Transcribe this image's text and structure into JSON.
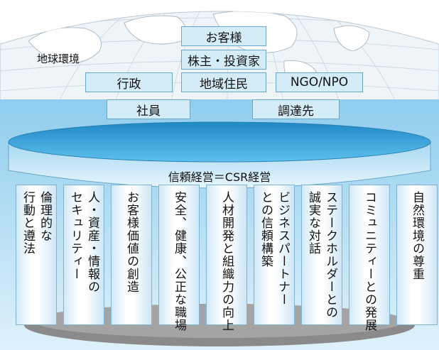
{
  "globe_label": "地球環境",
  "stakeholders": {
    "customers": "お客様",
    "shareholders": "株主・投資家",
    "government": "行政",
    "residents": "地域住民",
    "ngo": "NGO/NPO",
    "employees": "社員",
    "suppliers": "調達先"
  },
  "platform_label": "信頼経営＝CSR経営",
  "pillars": [
    {
      "lines": [
        "倫理的な",
        "行動と遵法"
      ]
    },
    {
      "lines": [
        "人・資産・情報の",
        "セキュリティー"
      ]
    },
    {
      "lines": [
        "お客様価値の創造"
      ]
    },
    {
      "lines": [
        "安全、健康、公正な職場"
      ]
    },
    {
      "lines": [
        "人材開発と組織力の向上"
      ]
    },
    {
      "lines": [
        "ビジネスパートナー",
        "との信頼構築"
      ]
    },
    {
      "lines": [
        "ステークホルダーとの",
        "誠実な対話"
      ]
    },
    {
      "lines": [
        "コミュニティーとの発展"
      ]
    },
    {
      "lines": [
        "自然環境の尊重"
      ]
    }
  ],
  "colors": {
    "sky": "#bfe1f4",
    "disc_top": "#3fa8dc",
    "band": "#d6eef9",
    "box_fill": "#d3ecf8",
    "floor": "#8a8a8a"
  }
}
